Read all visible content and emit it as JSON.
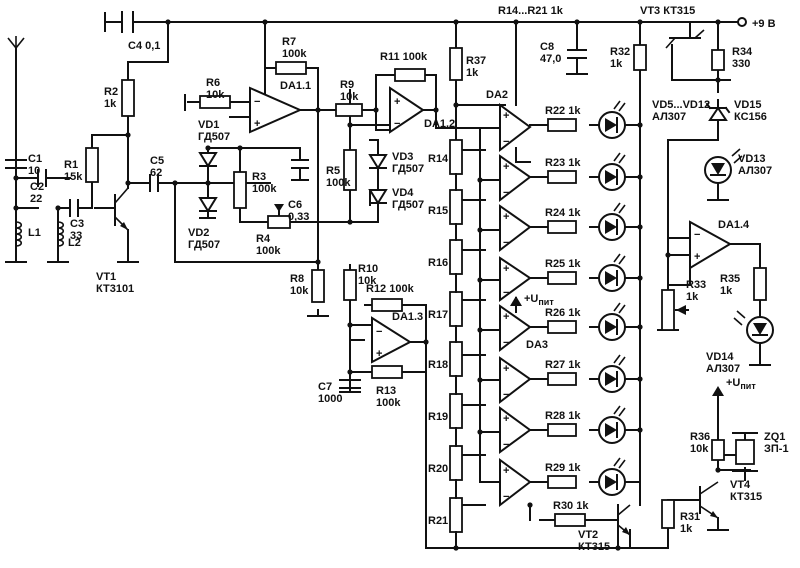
{
  "power": {
    "label": "+9 В"
  },
  "supply": {
    "label": "+U",
    "sub": "пит"
  },
  "components": {
    "C1": [
      "C1",
      "10"
    ],
    "C2": [
      "C2",
      "22"
    ],
    "C3": [
      "C3",
      "33"
    ],
    "L1": [
      "L1"
    ],
    "L2": [
      "L2"
    ],
    "R1": [
      "R1",
      "15k"
    ],
    "R2": [
      "R2",
      "1k"
    ],
    "VT1": [
      "VT1",
      "КТ3101"
    ],
    "C4": [
      "C4 0,1"
    ],
    "C5": [
      "C5",
      "62"
    ],
    "R6": [
      "R6",
      "10k"
    ],
    "R7": [
      "R7",
      "100k"
    ],
    "DA11": [
      "DA1.1"
    ],
    "VD1": [
      "VD1",
      "ГД507"
    ],
    "VD2": [
      "VD2",
      "ГД507"
    ],
    "R3": [
      "R3",
      "100k"
    ],
    "C6": [
      "C6",
      "0,33"
    ],
    "R4": [
      "R4",
      "100k"
    ],
    "R9": [
      "R9",
      "10k"
    ],
    "R11": [
      "R11 100k"
    ],
    "DA12": [
      "DA1.2"
    ],
    "R5": [
      "R5",
      "100k"
    ],
    "VD3": [
      "VD3",
      "ГД507"
    ],
    "VD4": [
      "VD4",
      "ГД507"
    ],
    "R8": [
      "R8",
      "10k"
    ],
    "R10": [
      "R10",
      "10k"
    ],
    "R12": [
      "R12 100k"
    ],
    "DA13": [
      "DA1.3"
    ],
    "C7": [
      "C7",
      "1000"
    ],
    "R13": [
      "R13",
      "100k"
    ],
    "R37": [
      "R37",
      "1k"
    ],
    "R1421": [
      "R14...R21 1k"
    ],
    "C8": [
      "C8",
      "47,0"
    ],
    "R32": [
      "R32",
      "1k"
    ],
    "VT3": [
      "VT3 КТ315"
    ],
    "R34": [
      "R34",
      "330"
    ],
    "DA2": [
      "DA2"
    ],
    "DA3": [
      "DA3"
    ],
    "R14": [
      "R14"
    ],
    "R15": [
      "R15"
    ],
    "R16": [
      "R16"
    ],
    "R17": [
      "R17"
    ],
    "R18": [
      "R18"
    ],
    "R19": [
      "R19"
    ],
    "R20": [
      "R20"
    ],
    "R21": [
      "R21"
    ],
    "R22": [
      "R22 1k"
    ],
    "R23": [
      "R23 1k"
    ],
    "R24": [
      "R24 1k"
    ],
    "R25": [
      "R25 1k"
    ],
    "R26": [
      "R26 1k"
    ],
    "R27": [
      "R27 1k"
    ],
    "R28": [
      "R28 1k"
    ],
    "R29": [
      "R29 1k"
    ],
    "R30": [
      "R30 1k"
    ],
    "VT2": [
      "VT2",
      "КТ315"
    ],
    "VD512": [
      "VD5...VD12",
      "АЛ307"
    ],
    "VD15": [
      "VD15",
      "КС156"
    ],
    "VD13": [
      "VD13",
      "АЛ307"
    ],
    "DA14": [
      "DA1.4"
    ],
    "R33": [
      "R33",
      "1k"
    ],
    "R35": [
      "R35",
      "1k"
    ],
    "VD14": [
      "VD14",
      "АЛ307"
    ],
    "R36": [
      "R36",
      "10k"
    ],
    "ZQ1": [
      "ZQ1",
      "ЗП-1"
    ],
    "VT4": [
      "VT4",
      "КТ315"
    ],
    "R31": [
      "R31",
      "1k"
    ]
  }
}
